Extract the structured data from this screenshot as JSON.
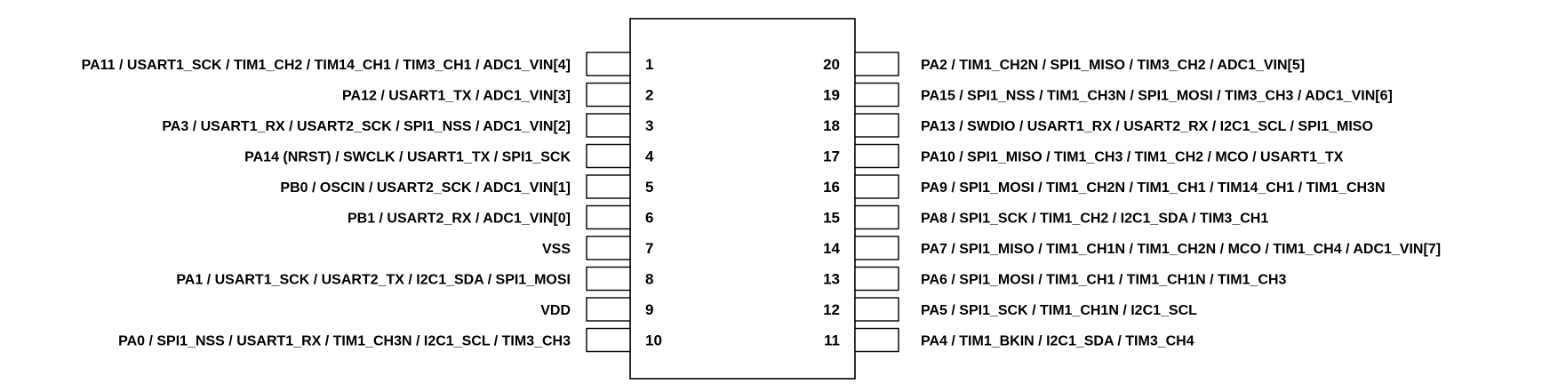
{
  "chip": {
    "left_pins": [
      {
        "number": "1",
        "label": "PA11 / USART1_SCK / TIM1_CH2 / TIM14_CH1 / TIM3_CH1 / ADC1_VIN[4]"
      },
      {
        "number": "2",
        "label": "PA12 / USART1_TX / ADC1_VIN[3]"
      },
      {
        "number": "3",
        "label": "PA3 / USART1_RX / USART2_SCK / SPI1_NSS / ADC1_VIN[2]"
      },
      {
        "number": "4",
        "label": "PA14 (NRST) / SWCLK / USART1_TX / SPI1_SCK"
      },
      {
        "number": "5",
        "label": "PB0 / OSCIN / USART2_SCK / ADC1_VIN[1]"
      },
      {
        "number": "6",
        "label": "PB1 / USART2_RX / ADC1_VIN[0]"
      },
      {
        "number": "7",
        "label": "VSS"
      },
      {
        "number": "8",
        "label": "PA1 / USART1_SCK / USART2_TX / I2C1_SDA / SPI1_MOSI"
      },
      {
        "number": "9",
        "label": "VDD"
      },
      {
        "number": "10",
        "label": "PA0 / SPI1_NSS / USART1_RX / TIM1_CH3N / I2C1_SCL / TIM3_CH3"
      }
    ],
    "right_pins": [
      {
        "number": "20",
        "label": "PA2 / TIM1_CH2N / SPI1_MISO / TIM3_CH2 / ADC1_VIN[5]"
      },
      {
        "number": "19",
        "label": "PA15 / SPI1_NSS / TIM1_CH3N / SPI1_MOSI / TIM3_CH3 / ADC1_VIN[6]"
      },
      {
        "number": "18",
        "label": "PA13 / SWDIO / USART1_RX / USART2_RX / I2C1_SCL / SPI1_MISO"
      },
      {
        "number": "17",
        "label": "PA10 / SPI1_MISO / TIM1_CH3 / TIM1_CH2 / MCO / USART1_TX"
      },
      {
        "number": "16",
        "label": "PA9 / SPI1_MOSI / TIM1_CH2N / TIM1_CH1 / TIM14_CH1 / TIM1_CH3N"
      },
      {
        "number": "15",
        "label": "PA8 / SPI1_SCK / TIM1_CH2 / I2C1_SDA / TIM3_CH1"
      },
      {
        "number": "14",
        "label": "PA7 / SPI1_MISO / TIM1_CH1N / TIM1_CH2N / MCO / TIM1_CH4 / ADC1_VIN[7]"
      },
      {
        "number": "13",
        "label": "PA6 / SPI1_MOSI / TIM1_CH1 / TIM1_CH1N / TIM1_CH3"
      },
      {
        "number": "12",
        "label": "PA5 / SPI1_SCK / TIM1_CH1N / I2C1_SCL"
      },
      {
        "number": "11",
        "label": "PA4 / TIM1_BKIN / I2C1_SDA / TIM3_CH4"
      }
    ]
  }
}
